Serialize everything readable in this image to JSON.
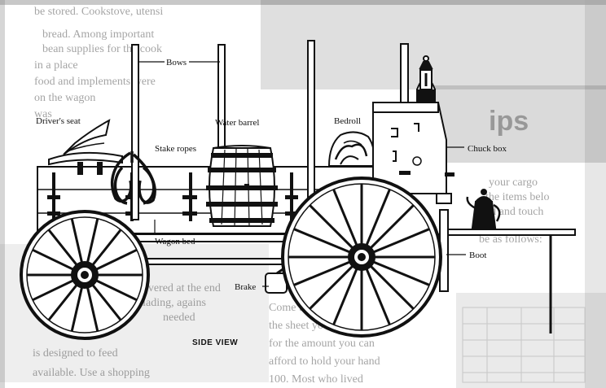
{
  "labels": {
    "bows": "Bows",
    "drivers_seat": "Driver's seat",
    "stake_ropes": "Stake ropes",
    "water_barrel": "Water barrel",
    "bedroll": "Bedroll",
    "chuck_box": "Chuck box",
    "wagon_bed": "Wagon bed",
    "boot": "Boot",
    "brake": "Brake",
    "side_view": "SIDE VIEW"
  },
  "bleed_through": {
    "lines": [
      "be stored. Cookstove, utensi",
      "bread. Among important",
      "bean supplies for the cook",
      "in a place",
      "food and implements were",
      "on the wagon",
      "was"
    ],
    "right_lines": [
      "your cargo",
      "the items belo",
      "ted and touch",
      "be as follows:"
    ],
    "bottom_left": [
      "is delivered at the end",
      "of lading, agains",
      "needed",
      "is designed to feed",
      "available. Use a shopping"
    ],
    "bottom_mid": [
      "Come to expect,",
      "the sheet you look",
      "for the amount you can",
      "afford to hold your hand",
      "100. Most who lived"
    ],
    "heading_ghost": "ips"
  },
  "colors": {
    "ink": "#111111",
    "paper": "#ffffff",
    "bleed": "#555555"
  }
}
